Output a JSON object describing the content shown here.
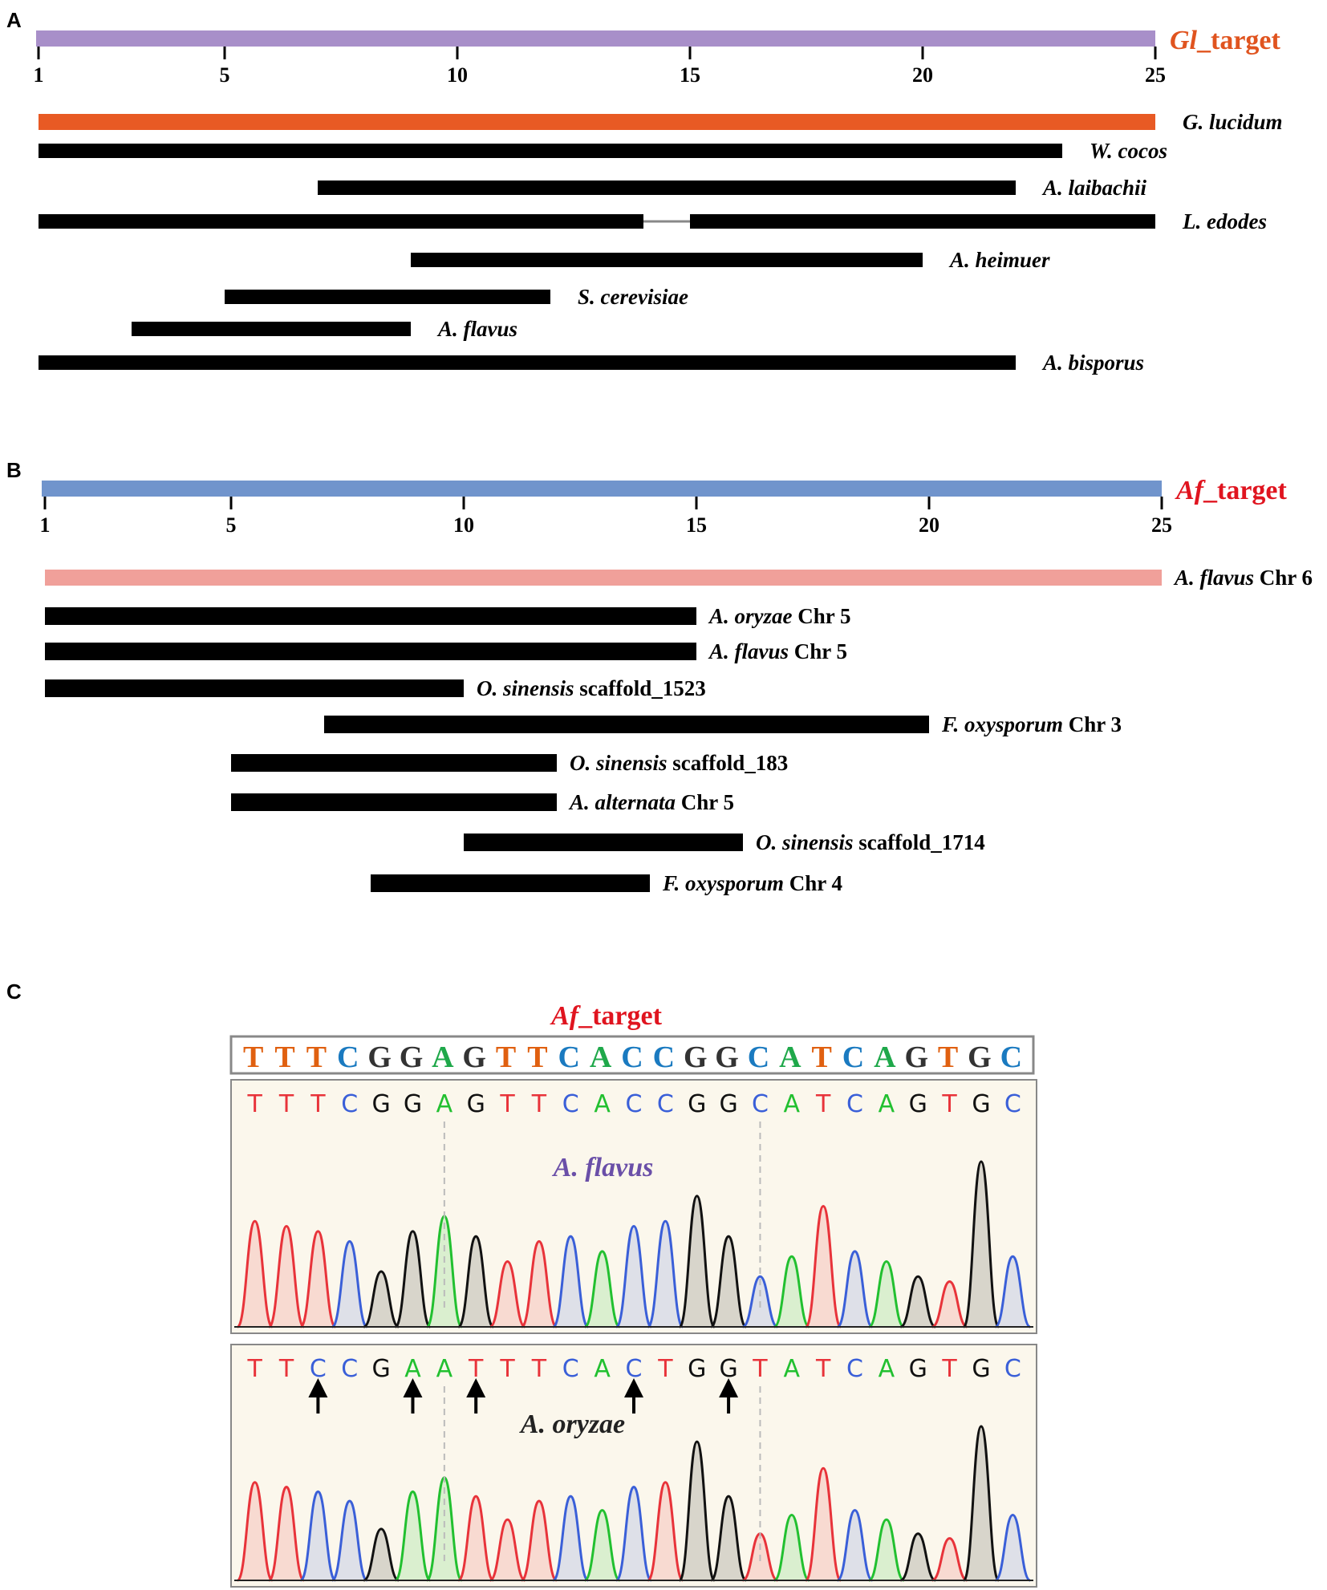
{
  "panels": {
    "A": {
      "label": "A",
      "target_title": {
        "italic": "Gl",
        "rest": "_target"
      },
      "target_color": "#a88fc9",
      "title_color": "#e0541f",
      "axis_ticks": [
        "1",
        "5",
        "10",
        "15",
        "20",
        "25"
      ],
      "reference": {
        "name_italic": "G. lucidum",
        "name_rest": "",
        "start": 1,
        "end": 25,
        "color": "#e85a24"
      },
      "hits": [
        {
          "name_italic": "W. cocos",
          "name_rest": "",
          "start": 1,
          "end": 23
        },
        {
          "name_italic": "A. laibachii",
          "name_rest": "",
          "start": 7,
          "end": 22
        },
        {
          "name_italic": "L. edodes",
          "name_rest": "",
          "start": 1,
          "end": 25,
          "gap": [
            14,
            15
          ]
        },
        {
          "name_italic": "A. heimuer",
          "name_rest": "",
          "start": 9,
          "end": 20
        },
        {
          "name_italic": "S. cerevisiae",
          "name_rest": "",
          "start": 5,
          "end": 12
        },
        {
          "name_italic": "A. flavus",
          "name_rest": "",
          "start": 3,
          "end": 9
        },
        {
          "name_italic": "A. bisporus",
          "name_rest": "",
          "start": 1,
          "end": 22
        }
      ]
    },
    "B": {
      "label": "B",
      "target_title": {
        "italic": "Af",
        "rest": "_target"
      },
      "target_color": "#7094cc",
      "title_color": "#e0141f",
      "axis_ticks": [
        "1",
        "5",
        "10",
        "15",
        "20",
        "25"
      ],
      "reference": {
        "name_italic": "A. flavus",
        "name_rest": " Chr 6",
        "start": 1,
        "end": 25,
        "color": "#f0a09a"
      },
      "hits": [
        {
          "name_italic": "A. oryzae",
          "name_rest": " Chr 5",
          "start": 1,
          "end": 15
        },
        {
          "name_italic": "A. flavus",
          "name_rest": " Chr 5",
          "start": 1,
          "end": 15
        },
        {
          "name_italic": "O. sinensis",
          "name_rest": " scaffold_1523",
          "start": 1,
          "end": 10
        },
        {
          "name_italic": "F. oxysporum",
          "name_rest": " Chr 3",
          "start": 7,
          "end": 20
        },
        {
          "name_italic": "O. sinensis",
          "name_rest": " scaffold_183",
          "start": 5,
          "end": 12
        },
        {
          "name_italic": "A. alternata",
          "name_rest": " Chr 5",
          "start": 5,
          "end": 12
        },
        {
          "name_italic": "O. sinensis",
          "name_rest": " scaffold_1714",
          "start": 10,
          "end": 16
        },
        {
          "name_italic": "F. oxysporum",
          "name_rest": " Chr 4",
          "start": 8,
          "end": 14
        }
      ]
    },
    "C": {
      "label": "C",
      "target_title": {
        "italic": "Af",
        "rest": "_target"
      },
      "title_color": "#e0141f",
      "target_sequence": "TTTCGGAGTTCACCGGCATCAGTGC",
      "base_colors": {
        "T": "#e06010",
        "C": "#1a7ac0",
        "G": "#333333",
        "A": "#1fa84a"
      },
      "trace_colors": {
        "T": "#e8333a",
        "C": "#3a5fd8",
        "G": "#111111",
        "A": "#22c030"
      },
      "traces": [
        {
          "name": "A. flavus",
          "name_color": "#6a4fa8",
          "sequence": "TTTCGGAGTTCACCGGCATCAGTGC",
          "arrows": []
        },
        {
          "name": "A. oryzae",
          "name_color": "#222222",
          "sequence": "TTCCGAATTTCACTGGTATCAGTGC",
          "arrows": [
            3,
            6,
            8,
            13,
            16
          ]
        }
      ]
    }
  }
}
